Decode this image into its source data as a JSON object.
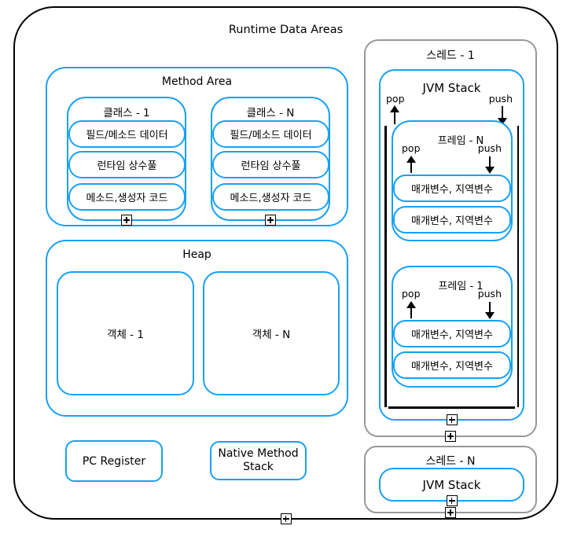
{
  "diagram": {
    "title": "Runtime Data Areas",
    "colors": {
      "accent_blue": "#18A1F3",
      "thread_gray": "#989898",
      "line_black": "#000000",
      "background": "#FFFFFF"
    },
    "icons": {
      "expand": "plus-box",
      "pop_arrow": "arrow-up",
      "push_arrow": "arrow-down"
    }
  },
  "method_area": {
    "title": "Method Area",
    "classes": [
      {
        "title": "클래스 - 1",
        "items": [
          "필드/메소드 데이터",
          "런타임 상수풀",
          "메소드,생성자 코드"
        ]
      },
      {
        "title": "클래스 - N",
        "items": [
          "필드/메소드 데이터",
          "런타임 상수풀",
          "메소드,생성자 코드"
        ]
      }
    ]
  },
  "heap": {
    "title": "Heap",
    "objects": [
      "객체 - 1",
      "객체 - N"
    ]
  },
  "registers": {
    "pc_register": "PC Register",
    "native_method_stack": "Native Method Stack"
  },
  "threads": [
    {
      "title": "스레드 - 1",
      "jvm_stack": {
        "title": "JVM Stack",
        "pop_label": "pop",
        "push_label": "push",
        "frames": [
          {
            "title": "프레임 - N",
            "pop_label": "pop",
            "push_label": "push",
            "vars": [
              "매개변수, 지역변수",
              "매개변수, 지역변수"
            ]
          },
          {
            "title": "프레임 - 1",
            "pop_label": "pop",
            "push_label": "push",
            "vars": [
              "매개변수, 지역변수",
              "매개변수, 지역변수"
            ]
          }
        ]
      }
    },
    {
      "title": "스레드 - N",
      "jvm_stack": {
        "title": "JVM Stack"
      }
    }
  ]
}
